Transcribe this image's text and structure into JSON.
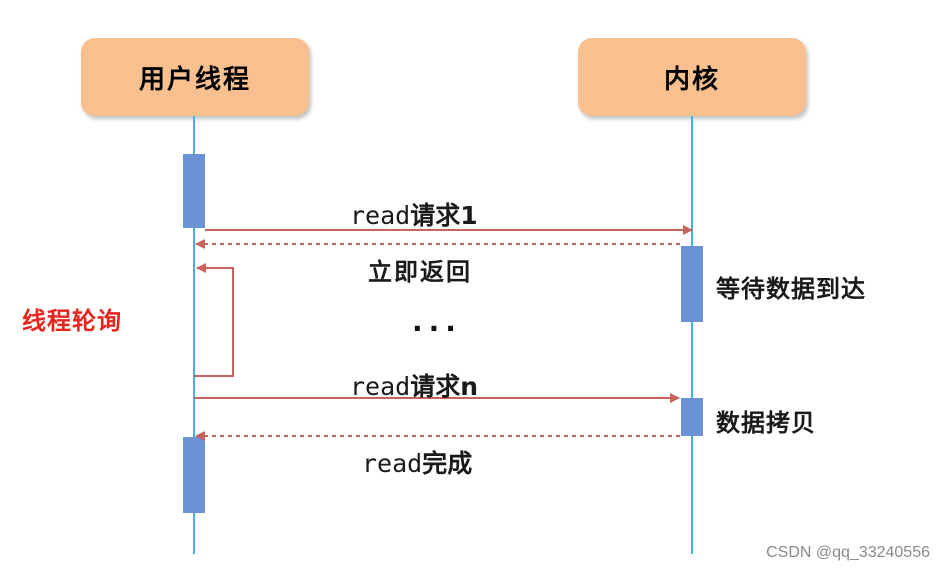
{
  "participants": {
    "user_thread": "用户线程",
    "kernel": "内核"
  },
  "messages": {
    "read_request_1": {
      "prefix": "read",
      "suffix": "请求1"
    },
    "immediate_return": "立即返回",
    "ellipsis": "...",
    "read_request_n": {
      "prefix": "read",
      "suffix": "请求n"
    },
    "read_complete": {
      "prefix": "read",
      "suffix": "完成"
    }
  },
  "annotations": {
    "thread_polling": "线程轮询",
    "wait_for_data": "等待数据到达",
    "data_copy": "数据拷贝"
  },
  "watermark": "CSDN @qq_33240556",
  "colors": {
    "header_fill": "#f9c08f",
    "lifeline": "#3fb3e6",
    "activation": "#6b93d6",
    "arrow": "#c8645c",
    "poll_label": "#e8251d"
  }
}
